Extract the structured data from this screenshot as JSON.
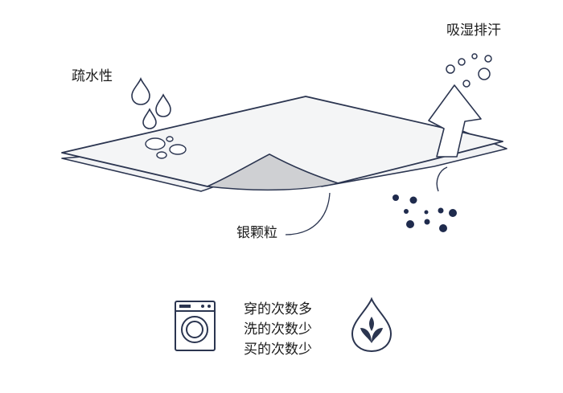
{
  "labels": {
    "hydrophobic": "疏水性",
    "moisture_wicking": "吸湿排汗",
    "silver_particles": "银颗粒"
  },
  "benefits": [
    "穿的次数多",
    "洗的次数少",
    "买的次数少"
  ],
  "icons": {
    "left": "washing-machine-icon",
    "right": "water-drop-leaf-icon"
  },
  "colors": {
    "outline": "#2b3550",
    "fabric_fill": "#f1f2f4",
    "underside": "#cfd0d3",
    "particles": "#1f2b4d"
  }
}
